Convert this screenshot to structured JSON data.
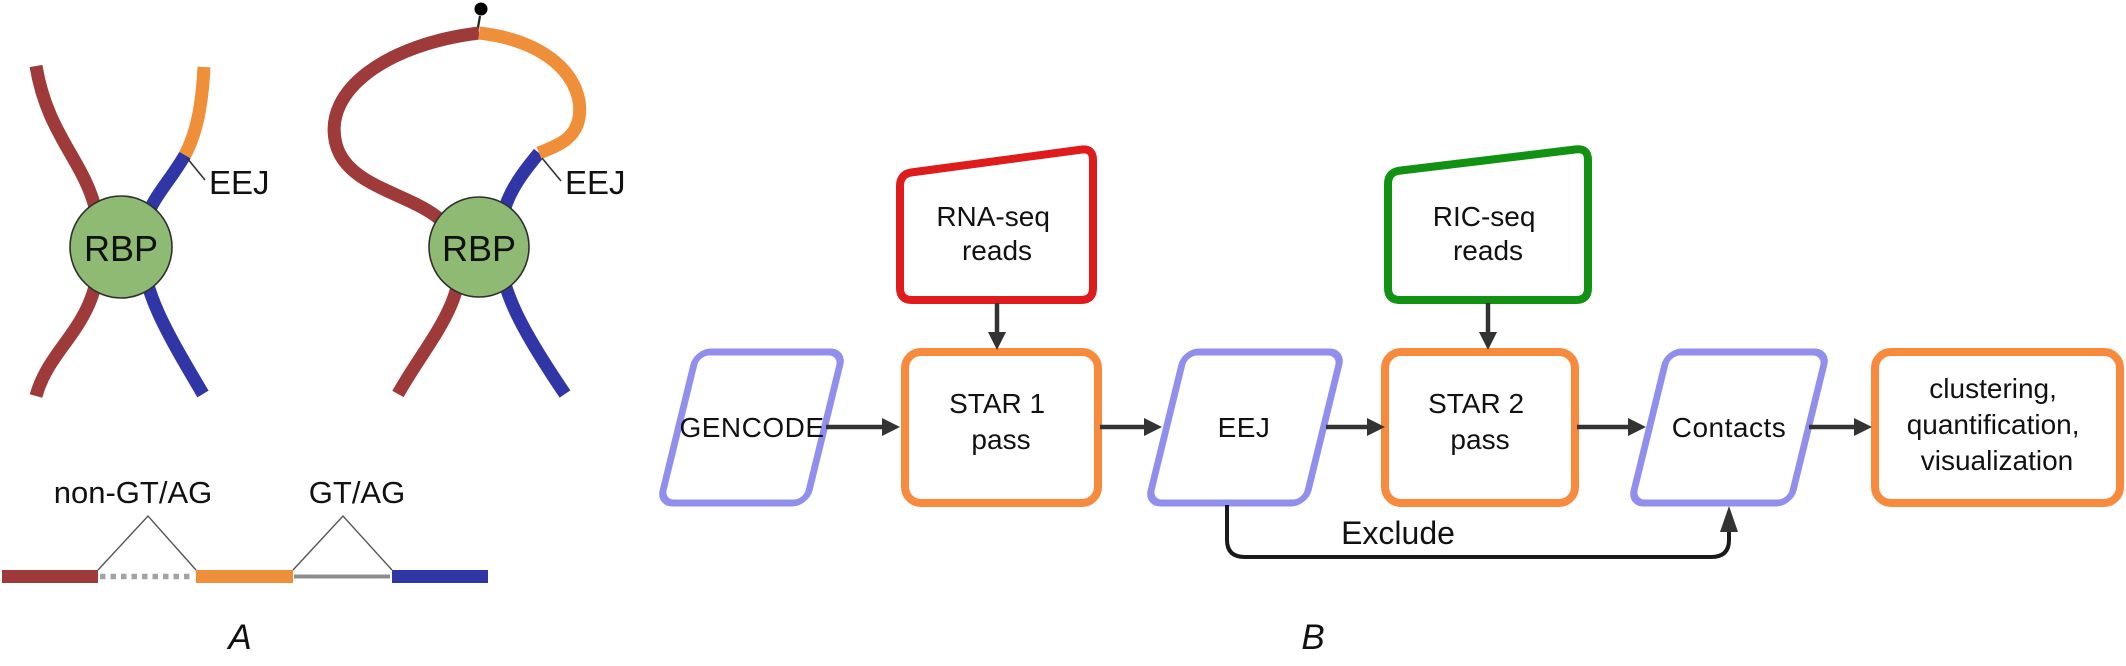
{
  "panel_a": {
    "label": "A",
    "rbp_label": "RBP",
    "eej_label": "EEJ",
    "splice_noncanonical_label": "non-GT/AG",
    "splice_canonical_label": "GT/AG",
    "colors": {
      "exon_red": "#9e3a3a",
      "exon_orange": "#ef8f3a",
      "exon_blue": "#3036a6",
      "rbp_fill": "#8fba74",
      "intron_solid": "#8c8c8c",
      "intron_dotted": "#a3a3a3"
    }
  },
  "panel_b": {
    "label": "B",
    "exclude_label": "Exclude",
    "gencode_label": "GENCODE",
    "eej_label": "EEJ",
    "contacts_label": "Contacts",
    "rna_seq_line1": "RNA-seq",
    "rna_seq_line2": "reads",
    "ric_seq_line1": "RIC-seq",
    "ric_seq_line2": "reads",
    "star1_line1": "STAR 1",
    "star1_line2": "pass",
    "star2_line1": "STAR 2",
    "star2_line2": "pass",
    "output_line1": "clustering,",
    "output_line2": "quantification,",
    "output_line3": "visualization",
    "colors": {
      "data_purple": "#918fed",
      "process_orange": "#f78a3c",
      "rnaseq_red": "#df1b1b",
      "ricseq_green": "#129212"
    }
  }
}
